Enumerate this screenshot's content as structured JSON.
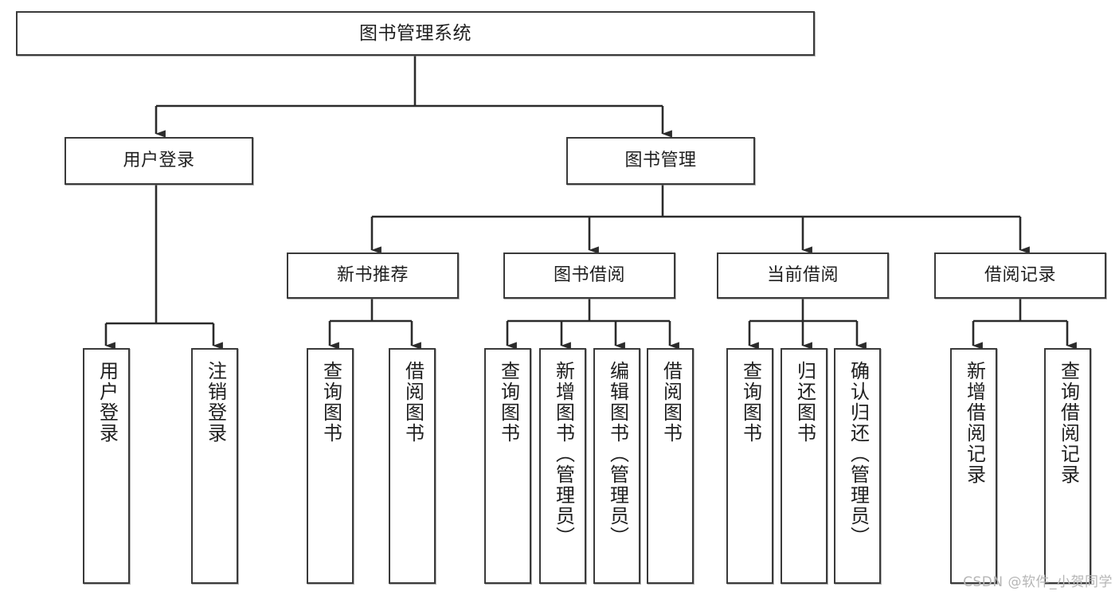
{
  "diagram": {
    "type": "tree",
    "title": "图书管理系统",
    "watermark": "CSDN @软件_小贺同学",
    "colors": {
      "background": "#ffffff",
      "box_border": "#3a3a3a",
      "box_fill": "#ffffff",
      "edge": "#2b2b2b",
      "text": "#1f1f1f",
      "watermark": "#b6b6b6"
    },
    "levels": [
      {
        "level": 0,
        "nodes": [
          {
            "id": "root",
            "label": "图书管理系统",
            "orientation": "horizontal"
          }
        ]
      },
      {
        "level": 1,
        "nodes": [
          {
            "id": "login",
            "label": "用户登录",
            "orientation": "horizontal",
            "parent": "root"
          },
          {
            "id": "bookmgmt",
            "label": "图书管理",
            "orientation": "horizontal",
            "parent": "root"
          }
        ]
      },
      {
        "level": 2,
        "nodes": [
          {
            "id": "newbook",
            "label": "新书推荐",
            "orientation": "horizontal",
            "parent": "bookmgmt"
          },
          {
            "id": "borrow",
            "label": "图书借阅",
            "orientation": "horizontal",
            "parent": "bookmgmt"
          },
          {
            "id": "current",
            "label": "当前借阅",
            "orientation": "horizontal",
            "parent": "bookmgmt"
          },
          {
            "id": "record",
            "label": "借阅记录",
            "orientation": "horizontal",
            "parent": "bookmgmt"
          }
        ]
      },
      {
        "level": 3,
        "nodes": [
          {
            "id": "leaf1",
            "label": "用户登录",
            "orientation": "vertical",
            "parent": "login"
          },
          {
            "id": "leaf2",
            "label": "注销登录",
            "orientation": "vertical",
            "parent": "login"
          },
          {
            "id": "leaf3",
            "label": "查询图书",
            "orientation": "vertical",
            "parent": "newbook"
          },
          {
            "id": "leaf4",
            "label": "借阅图书",
            "orientation": "vertical",
            "parent": "newbook"
          },
          {
            "id": "leaf5",
            "label": "查询图书",
            "orientation": "vertical",
            "parent": "borrow"
          },
          {
            "id": "leaf6",
            "label": "新增图书（管理员）",
            "orientation": "vertical",
            "parent": "borrow"
          },
          {
            "id": "leaf7",
            "label": "编辑图书（管理员）",
            "orientation": "vertical",
            "parent": "borrow"
          },
          {
            "id": "leaf8",
            "label": "借阅图书",
            "orientation": "vertical",
            "parent": "borrow"
          },
          {
            "id": "leaf9",
            "label": "查询图书",
            "orientation": "vertical",
            "parent": "current"
          },
          {
            "id": "leaf10",
            "label": "归还图书",
            "orientation": "vertical",
            "parent": "current"
          },
          {
            "id": "leaf11",
            "label": "确认归还（管理员）",
            "orientation": "vertical",
            "parent": "current"
          },
          {
            "id": "leaf12",
            "label": "新增借阅记录",
            "orientation": "vertical",
            "parent": "record"
          },
          {
            "id": "leaf13",
            "label": "查询借阅记录",
            "orientation": "vertical",
            "parent": "record"
          }
        ]
      }
    ]
  }
}
